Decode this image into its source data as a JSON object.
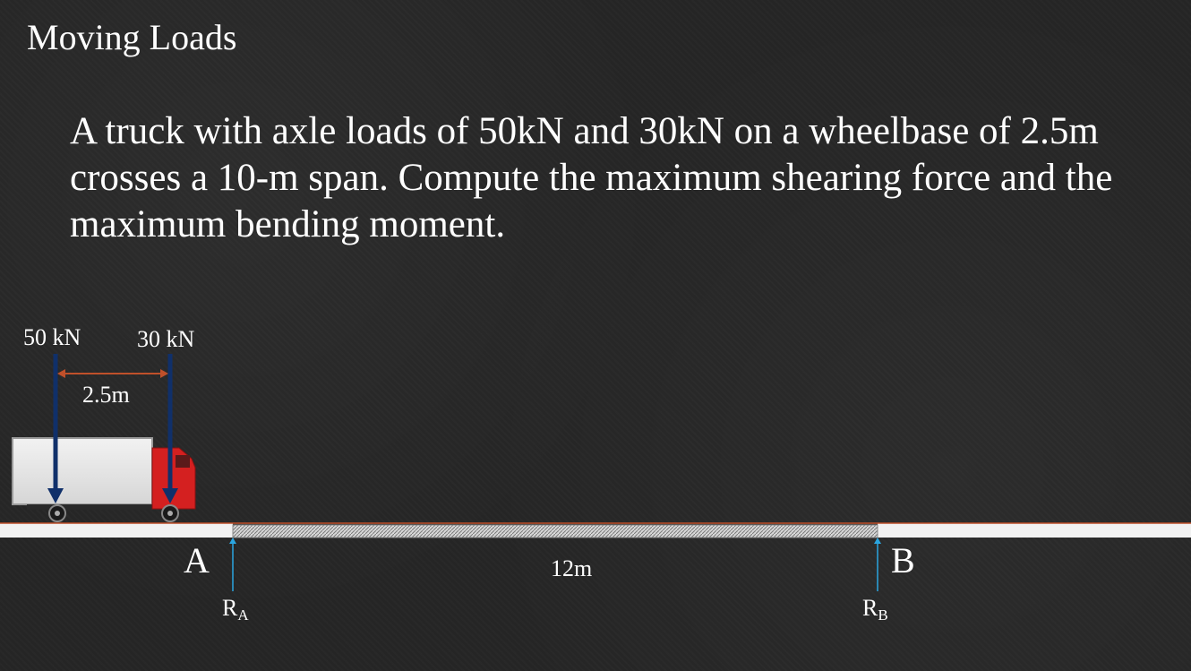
{
  "slide": {
    "title": "Moving Loads",
    "problem": "A truck with axle loads of 50kN and 30kN on a wheelbase of 2.5m crosses a 10-m span. Compute the maximum shearing force and the maximum bending moment."
  },
  "diagram": {
    "load_1": "50 kN",
    "load_2": "30 kN",
    "wheelbase": "2.5m",
    "support_a": "A",
    "support_b": "B",
    "span": "12m",
    "reaction_a": {
      "main": "R",
      "sub": "A"
    },
    "reaction_b": {
      "main": "R",
      "sub": "B"
    }
  },
  "colors": {
    "load_arrow": "#10306a",
    "dimension_arrow": "#c0502a",
    "reaction_arrow": "#2aa5e0",
    "road_edge": "#c0502a",
    "truck_cab": "#d42020"
  }
}
